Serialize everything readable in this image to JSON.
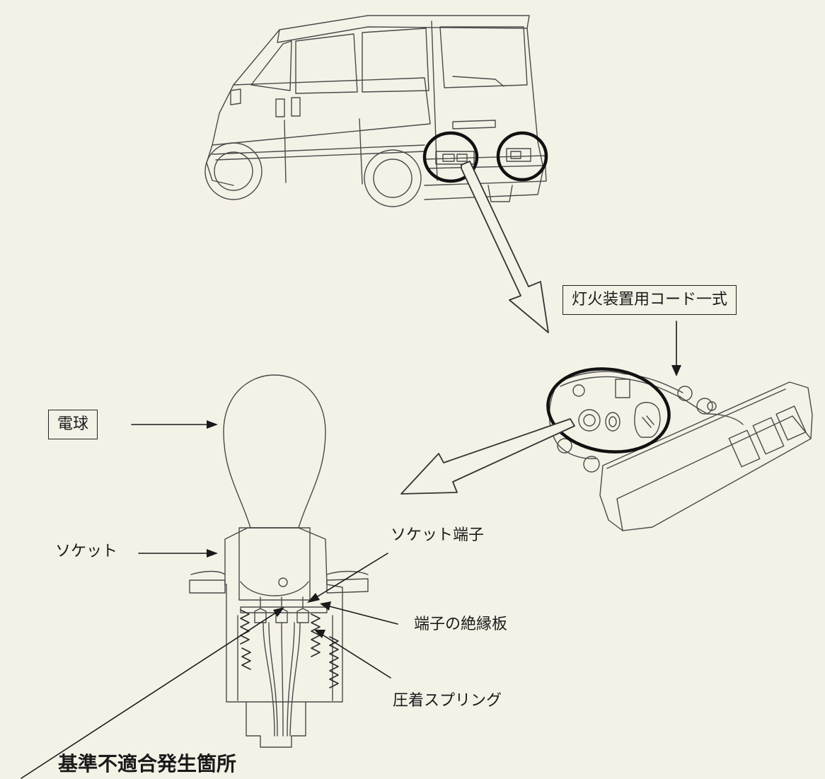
{
  "labels": {
    "cord_set": "灯火装置用コード一式",
    "bulb": "電球",
    "socket": "ソケット",
    "socket_terminal": "ソケット端子",
    "terminal_insulator": "端子の絶縁板",
    "crimp_spring": "圧着スプリング",
    "defect_location": "基準不適合発生箇所"
  }
}
